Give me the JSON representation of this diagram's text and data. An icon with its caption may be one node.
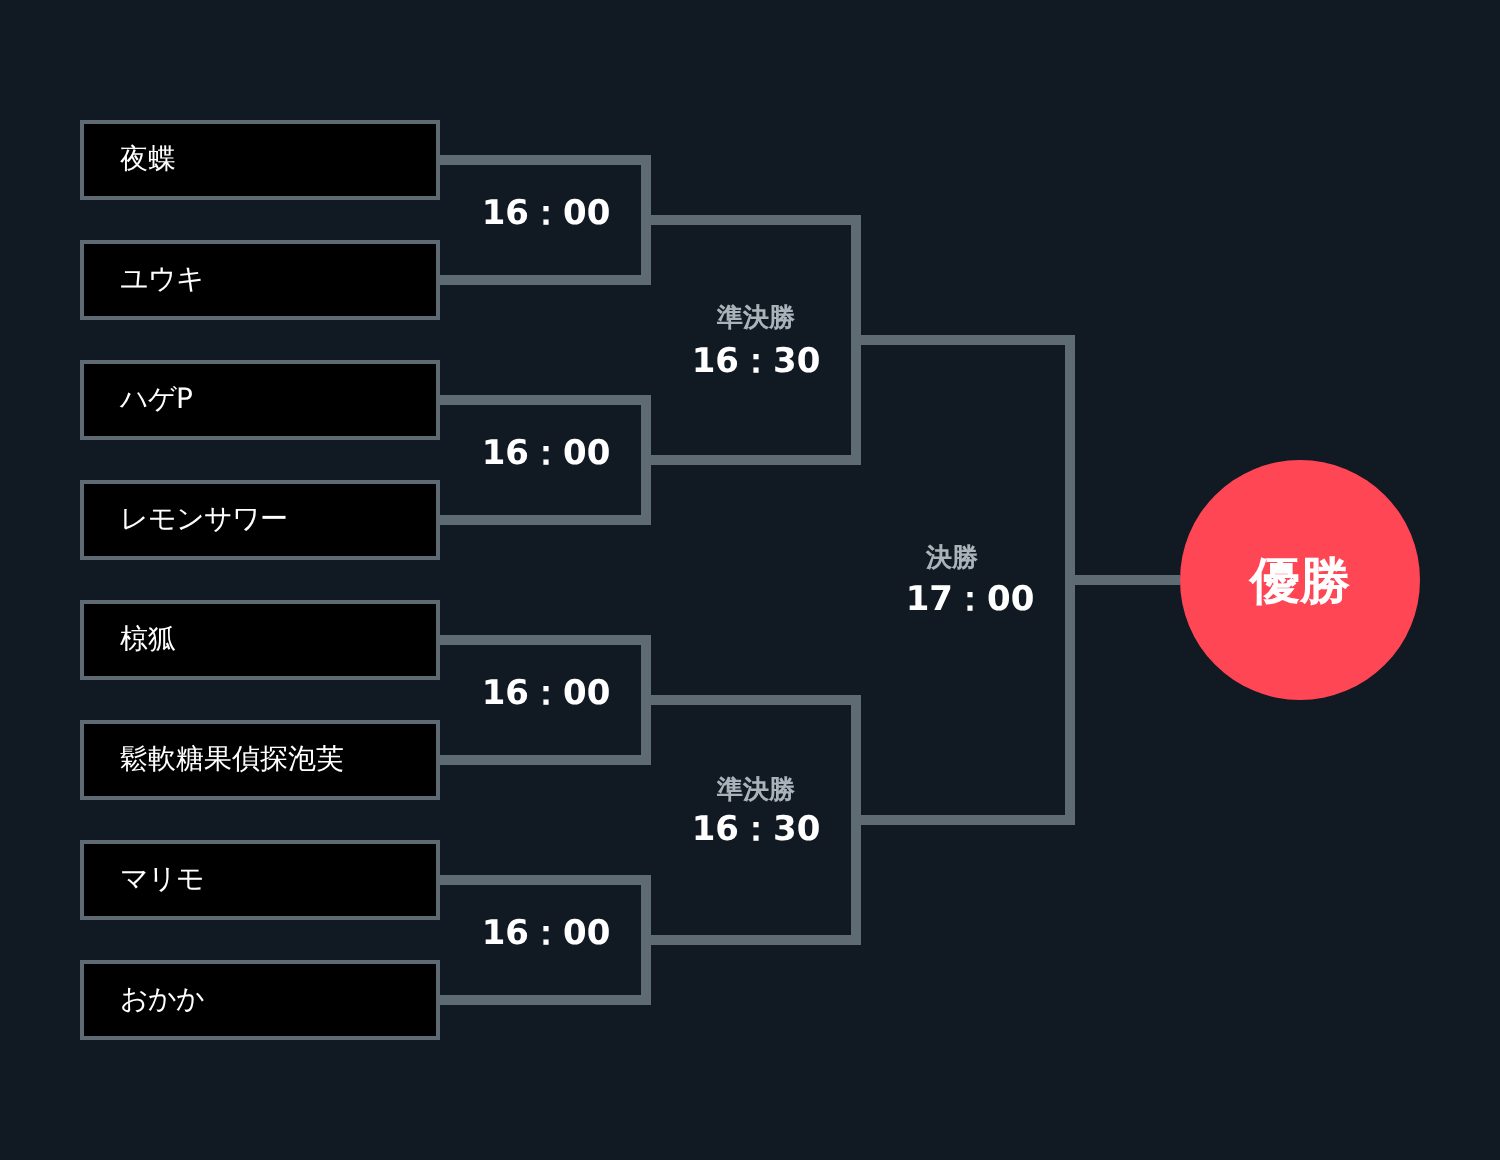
{
  "diagram": {
    "nodes": [
      {
        "text": [
          "夜蝶"
        ]
      },
      {
        "text": [
          "ユウキ"
        ]
      },
      {
        "text": [
          "ハゲP"
        ]
      },
      {
        "text": [
          "レモンサワー"
        ]
      },
      {
        "text": [
          "椋狐"
        ]
      },
      {
        "text": [
          "鬆軟糖果偵探泡芙"
        ]
      },
      {
        "text": [
          "マリモ"
        ]
      },
      {
        "text": [
          "おかか"
        ]
      },
      {
        "text": [
          "優勝"
        ]
      }
    ],
    "edges": [
      {
        "from": 0,
        "to": 8,
        "arrow": "none"
      },
      {
        "from": 1,
        "to": 8,
        "arrow": "none"
      },
      {
        "from": 2,
        "to": 8,
        "arrow": "none"
      },
      {
        "from": 3,
        "to": 8,
        "arrow": "none"
      },
      {
        "from": 4,
        "to": 8,
        "arrow": "none"
      },
      {
        "from": 5,
        "to": 8,
        "arrow": "none"
      },
      {
        "from": 6,
        "to": 8,
        "arrow": "none"
      },
      {
        "from": 7,
        "to": 8,
        "arrow": "none"
      }
    ],
    "labels": [
      "16：00",
      "準決勝",
      "16：30",
      "16：00",
      "決勝",
      "17：00",
      "16：00",
      "準決勝",
      "16：30",
      "16：00"
    ]
  }
}
